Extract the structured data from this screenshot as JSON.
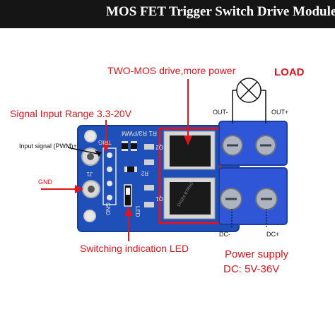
{
  "title": "MOS FET Trigger Switch Drive Module",
  "labels": {
    "two_mos": "TWO-MOS drive,more power",
    "load": "LOAD",
    "out_minus": "OUT-",
    "out_plus": "OUT+",
    "signal_range": "Signal Input Range 3.3-20V",
    "input_signal": "Input signal (PWM)+",
    "gnd": "GND",
    "dc_minus": "DC-",
    "dc_plus": "DC+",
    "led_text": "Switching indication LED",
    "power_supply": "Power supply",
    "power_voltage": "DC: 5V-36V"
  },
  "silkscreen": {
    "header": "R1 R3/PWM",
    "trig": "TRIG",
    "r2": "R2",
    "q2": "Q2",
    "q1": "Q1",
    "j1": "J1",
    "gnd": "GND",
    "led": "LED",
    "mos_marking": "D4184 B7R0G"
  },
  "colors": {
    "pcb": "#1f4fb8",
    "terminal": "#2f56d6",
    "accent_red": "#e0141c",
    "title_bg": "#151515"
  }
}
